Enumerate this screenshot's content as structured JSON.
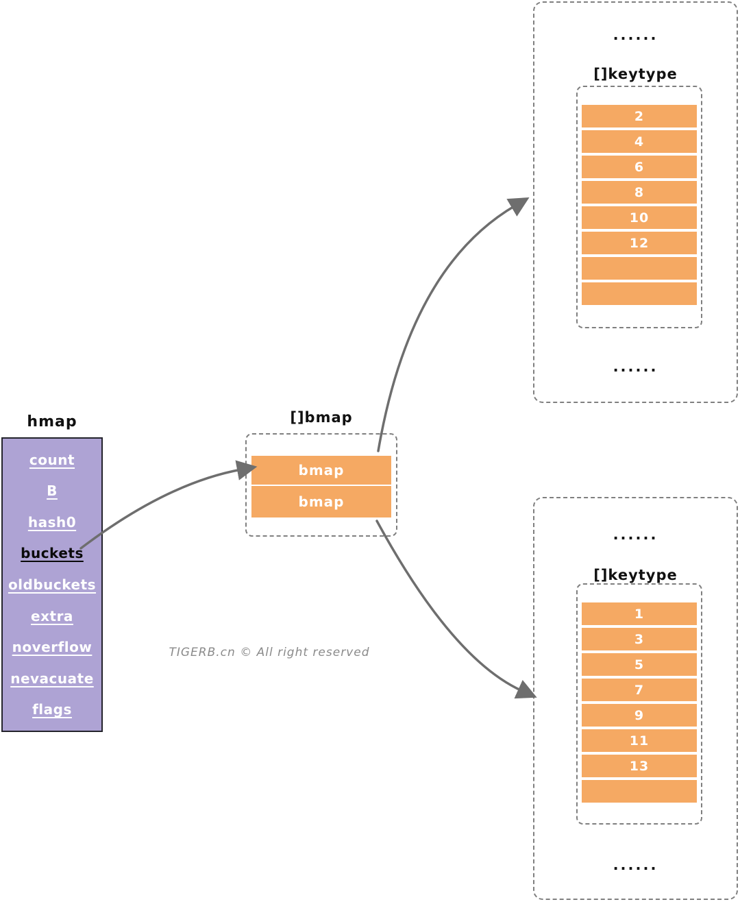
{
  "diagram": {
    "watermark": "TIGERB.cn © All right reserved",
    "colors": {
      "hmap_fill": "#aea3d4",
      "hmap_border": "#23232b",
      "bucket_fill": "#f5a963",
      "arrow": "#6e6e6e",
      "dashed_border": "#7f7f7f"
    },
    "hmap": {
      "title": "hmap",
      "fields": [
        "count",
        "B",
        "hash0",
        "buckets",
        "oldbuckets",
        "extra",
        "noverflow",
        "nevacuate",
        "flags"
      ]
    },
    "bmap_array": {
      "title": "[]bmap",
      "rows": [
        "bmap",
        "bmap"
      ]
    },
    "bucket_top": {
      "dots_top": "......",
      "title": "[]keytype",
      "cells": [
        "2",
        "4",
        "6",
        "8",
        "10",
        "12",
        "",
        ""
      ],
      "dots_bottom": "......"
    },
    "bucket_bottom": {
      "dots_top": "......",
      "title": "[]keytype",
      "cells": [
        "1",
        "3",
        "5",
        "7",
        "9",
        "11",
        "13",
        ""
      ],
      "dots_bottom": "......"
    }
  }
}
